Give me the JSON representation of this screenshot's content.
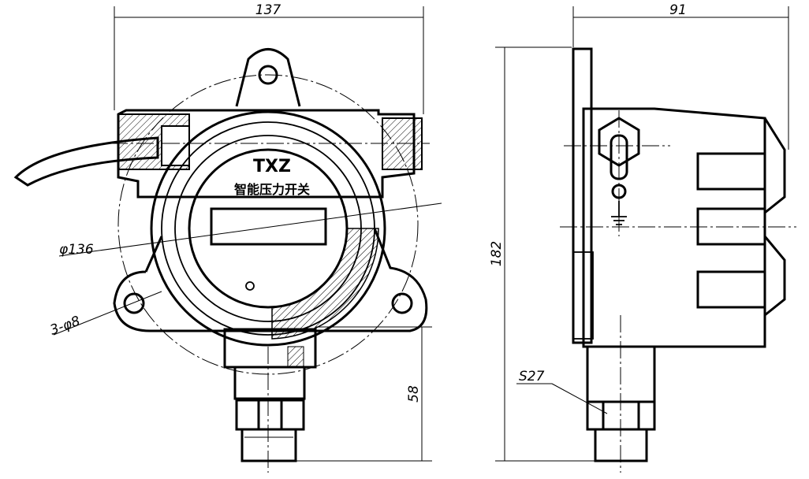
{
  "front_view": {
    "model": "TXZ",
    "product_name": "智能压力开关",
    "width_dim": "137",
    "circle_dim": "φ136",
    "holes_dim": "3-φ8",
    "stem_height_dim": "58"
  },
  "side_view": {
    "depth_dim": "91",
    "height_dim": "182",
    "wrench_dim": "S27"
  }
}
